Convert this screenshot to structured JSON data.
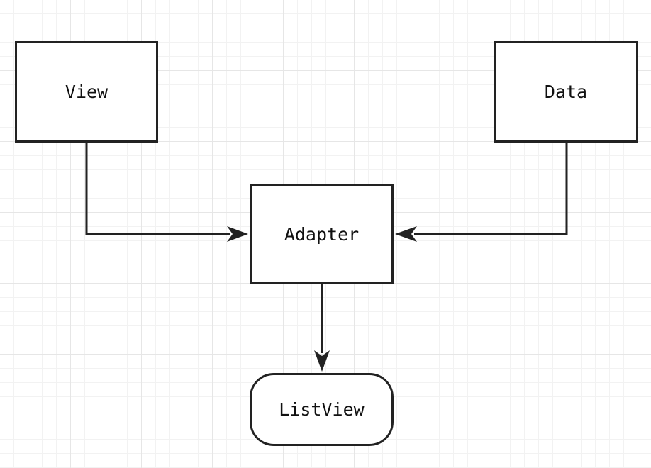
{
  "diagram": {
    "nodes": {
      "view": {
        "label": "View"
      },
      "data": {
        "label": "Data"
      },
      "adapter": {
        "label": "Adapter"
      },
      "listview": {
        "label": "ListView"
      }
    },
    "edges": [
      {
        "from": "View",
        "to": "Adapter"
      },
      {
        "from": "Data",
        "to": "Adapter"
      },
      {
        "from": "Adapter",
        "to": "ListView"
      }
    ],
    "colors": {
      "stroke": "#222222",
      "grid": "#e6e6e6",
      "background": "#ffffff"
    }
  }
}
